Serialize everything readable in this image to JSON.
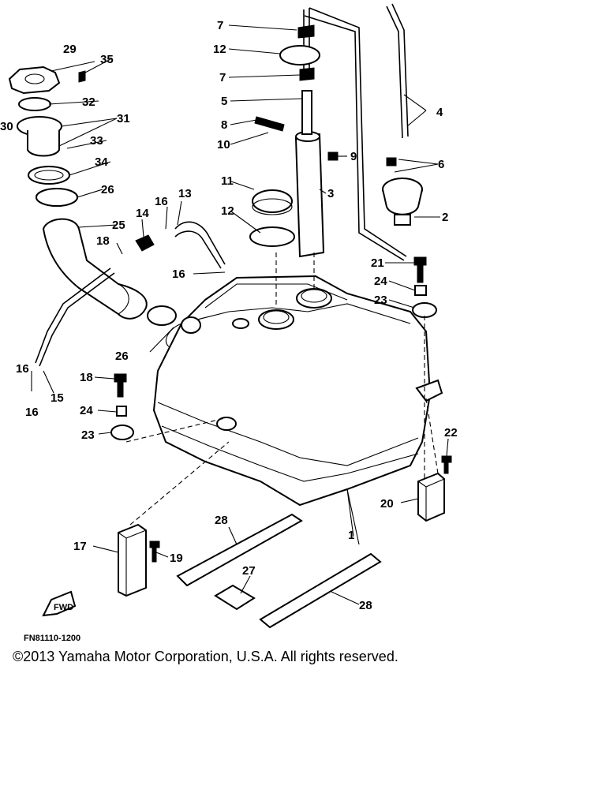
{
  "diagram": {
    "drawing_code": "FN81110-1200",
    "copyright": "©2013 Yamaha Motor Corporation, U.S.A. All rights reserved.",
    "callouts": {
      "c1": "1",
      "c2": "2",
      "c3": "3",
      "c4": "4",
      "c5": "5",
      "c6": "6",
      "c7a": "7",
      "c7b": "7",
      "c8": "8",
      "c9": "9",
      "c10": "10",
      "c11": "11",
      "c12a": "12",
      "c12b": "12",
      "c13": "13",
      "c14": "14",
      "c15": "15",
      "c16a": "16",
      "c16b": "16",
      "c16c": "16",
      "c16d": "16",
      "c17": "17",
      "c18a": "18",
      "c18b": "18",
      "c19": "19",
      "c20": "20",
      "c21": "21",
      "c22": "22",
      "c23a": "23",
      "c23b": "23",
      "c24a": "24",
      "c24b": "24",
      "c25": "25",
      "c26a": "26",
      "c26b": "26",
      "c27": "27",
      "c28a": "28",
      "c28b": "28",
      "c29": "29",
      "c30": "30",
      "c31": "31",
      "c32": "32",
      "c33": "33",
      "c34": "34",
      "c35": "35"
    }
  }
}
